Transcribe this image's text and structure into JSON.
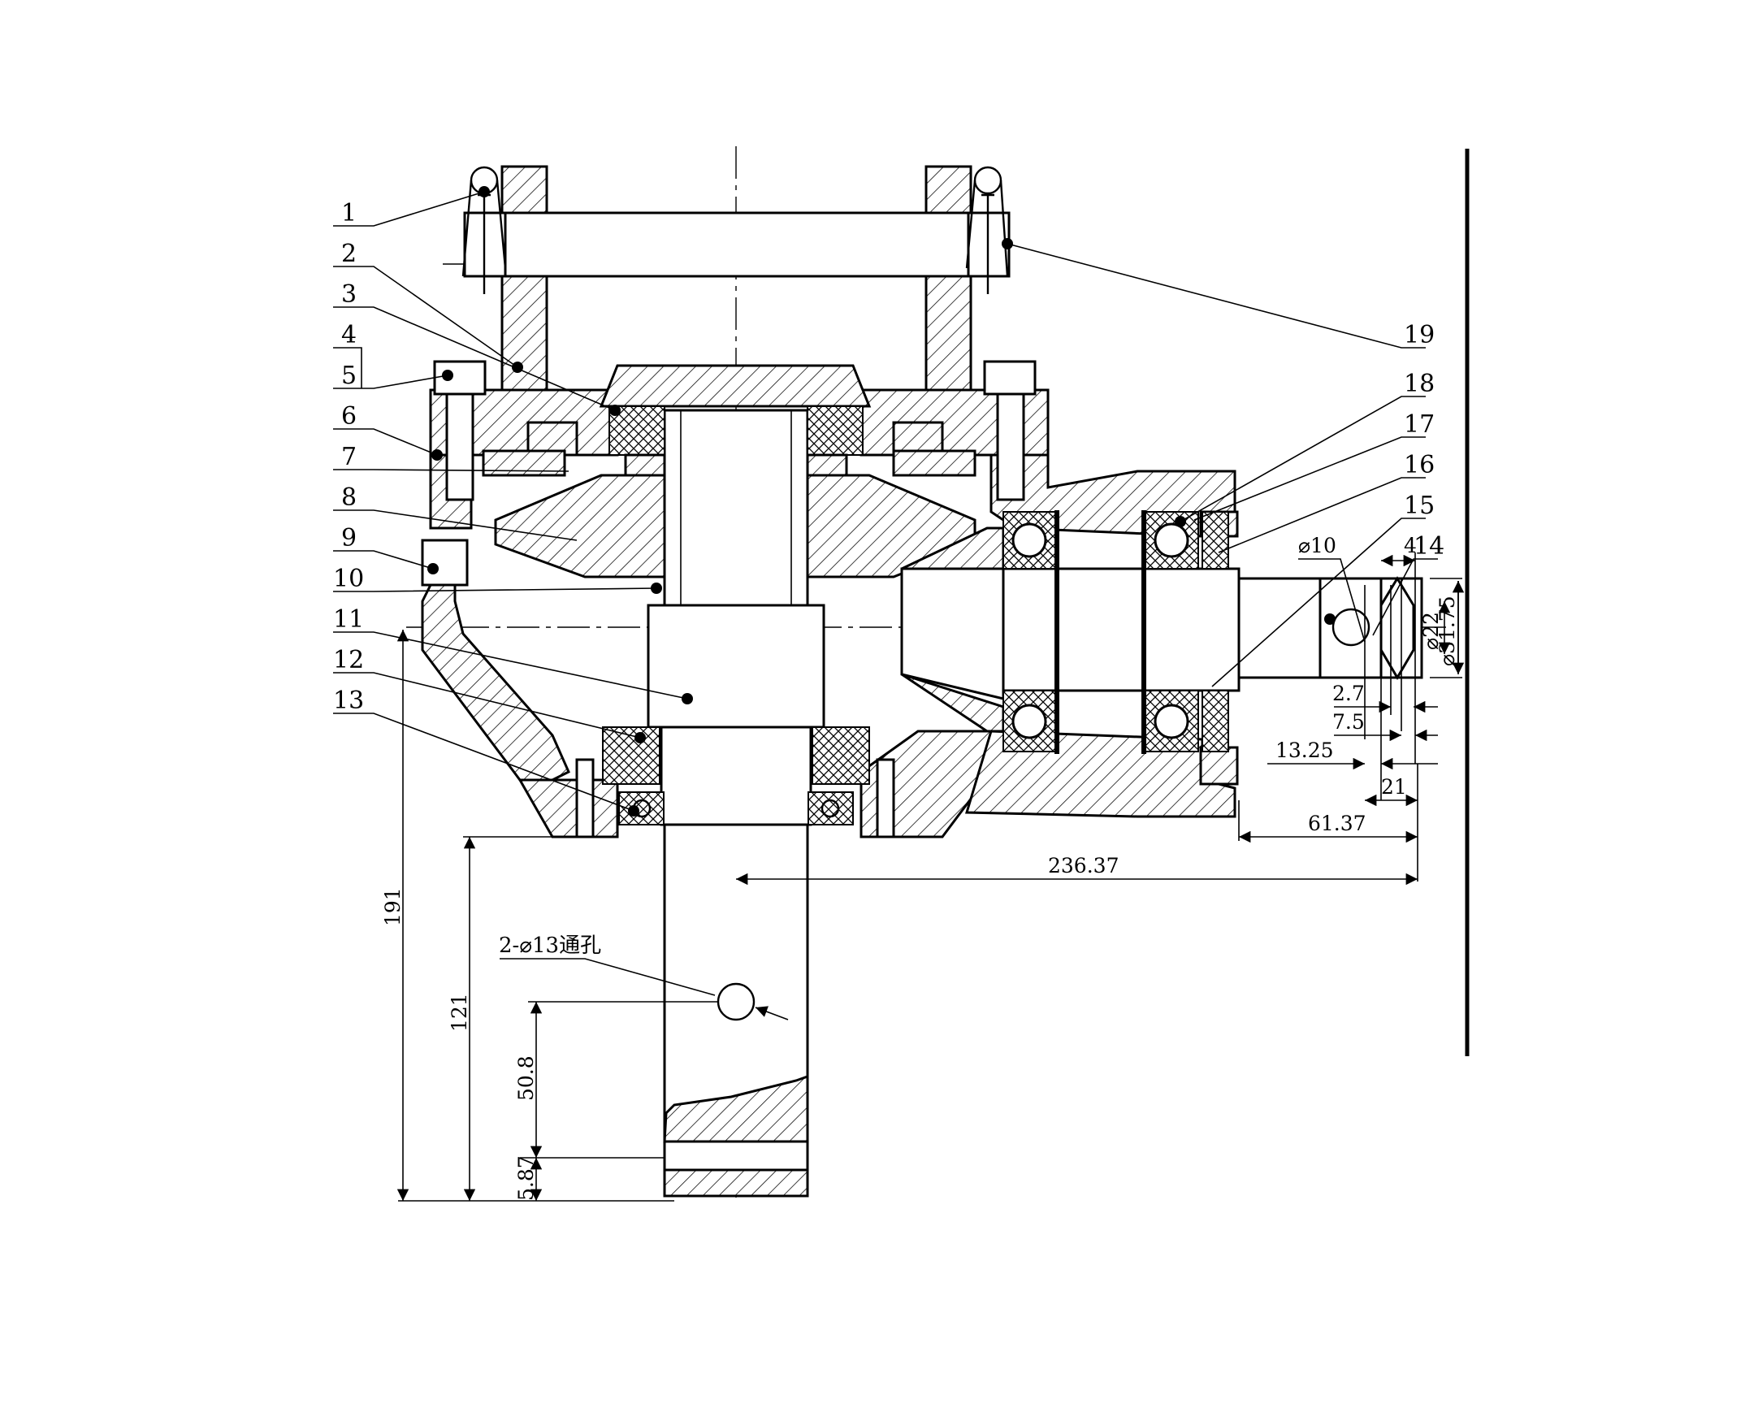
{
  "part_labels": [
    "1",
    "2",
    "3",
    "4",
    "5",
    "6",
    "7",
    "8",
    "9",
    "10",
    "11",
    "12",
    "13",
    "14",
    "15",
    "16",
    "17",
    "18",
    "19"
  ],
  "dimensions": {
    "d1": "2.7",
    "d2": "7.5",
    "d3": "13.25",
    "d4": "21",
    "d5": "61.37",
    "d6": "236.37",
    "d7": "191",
    "d8": "121",
    "d9": "50.8",
    "d10": "5.87",
    "d11": "4",
    "phi10": "⌀10",
    "phi22": "⌀22",
    "phi31": "⌀31.75"
  },
  "hole_note": "2-⌀13通孔"
}
